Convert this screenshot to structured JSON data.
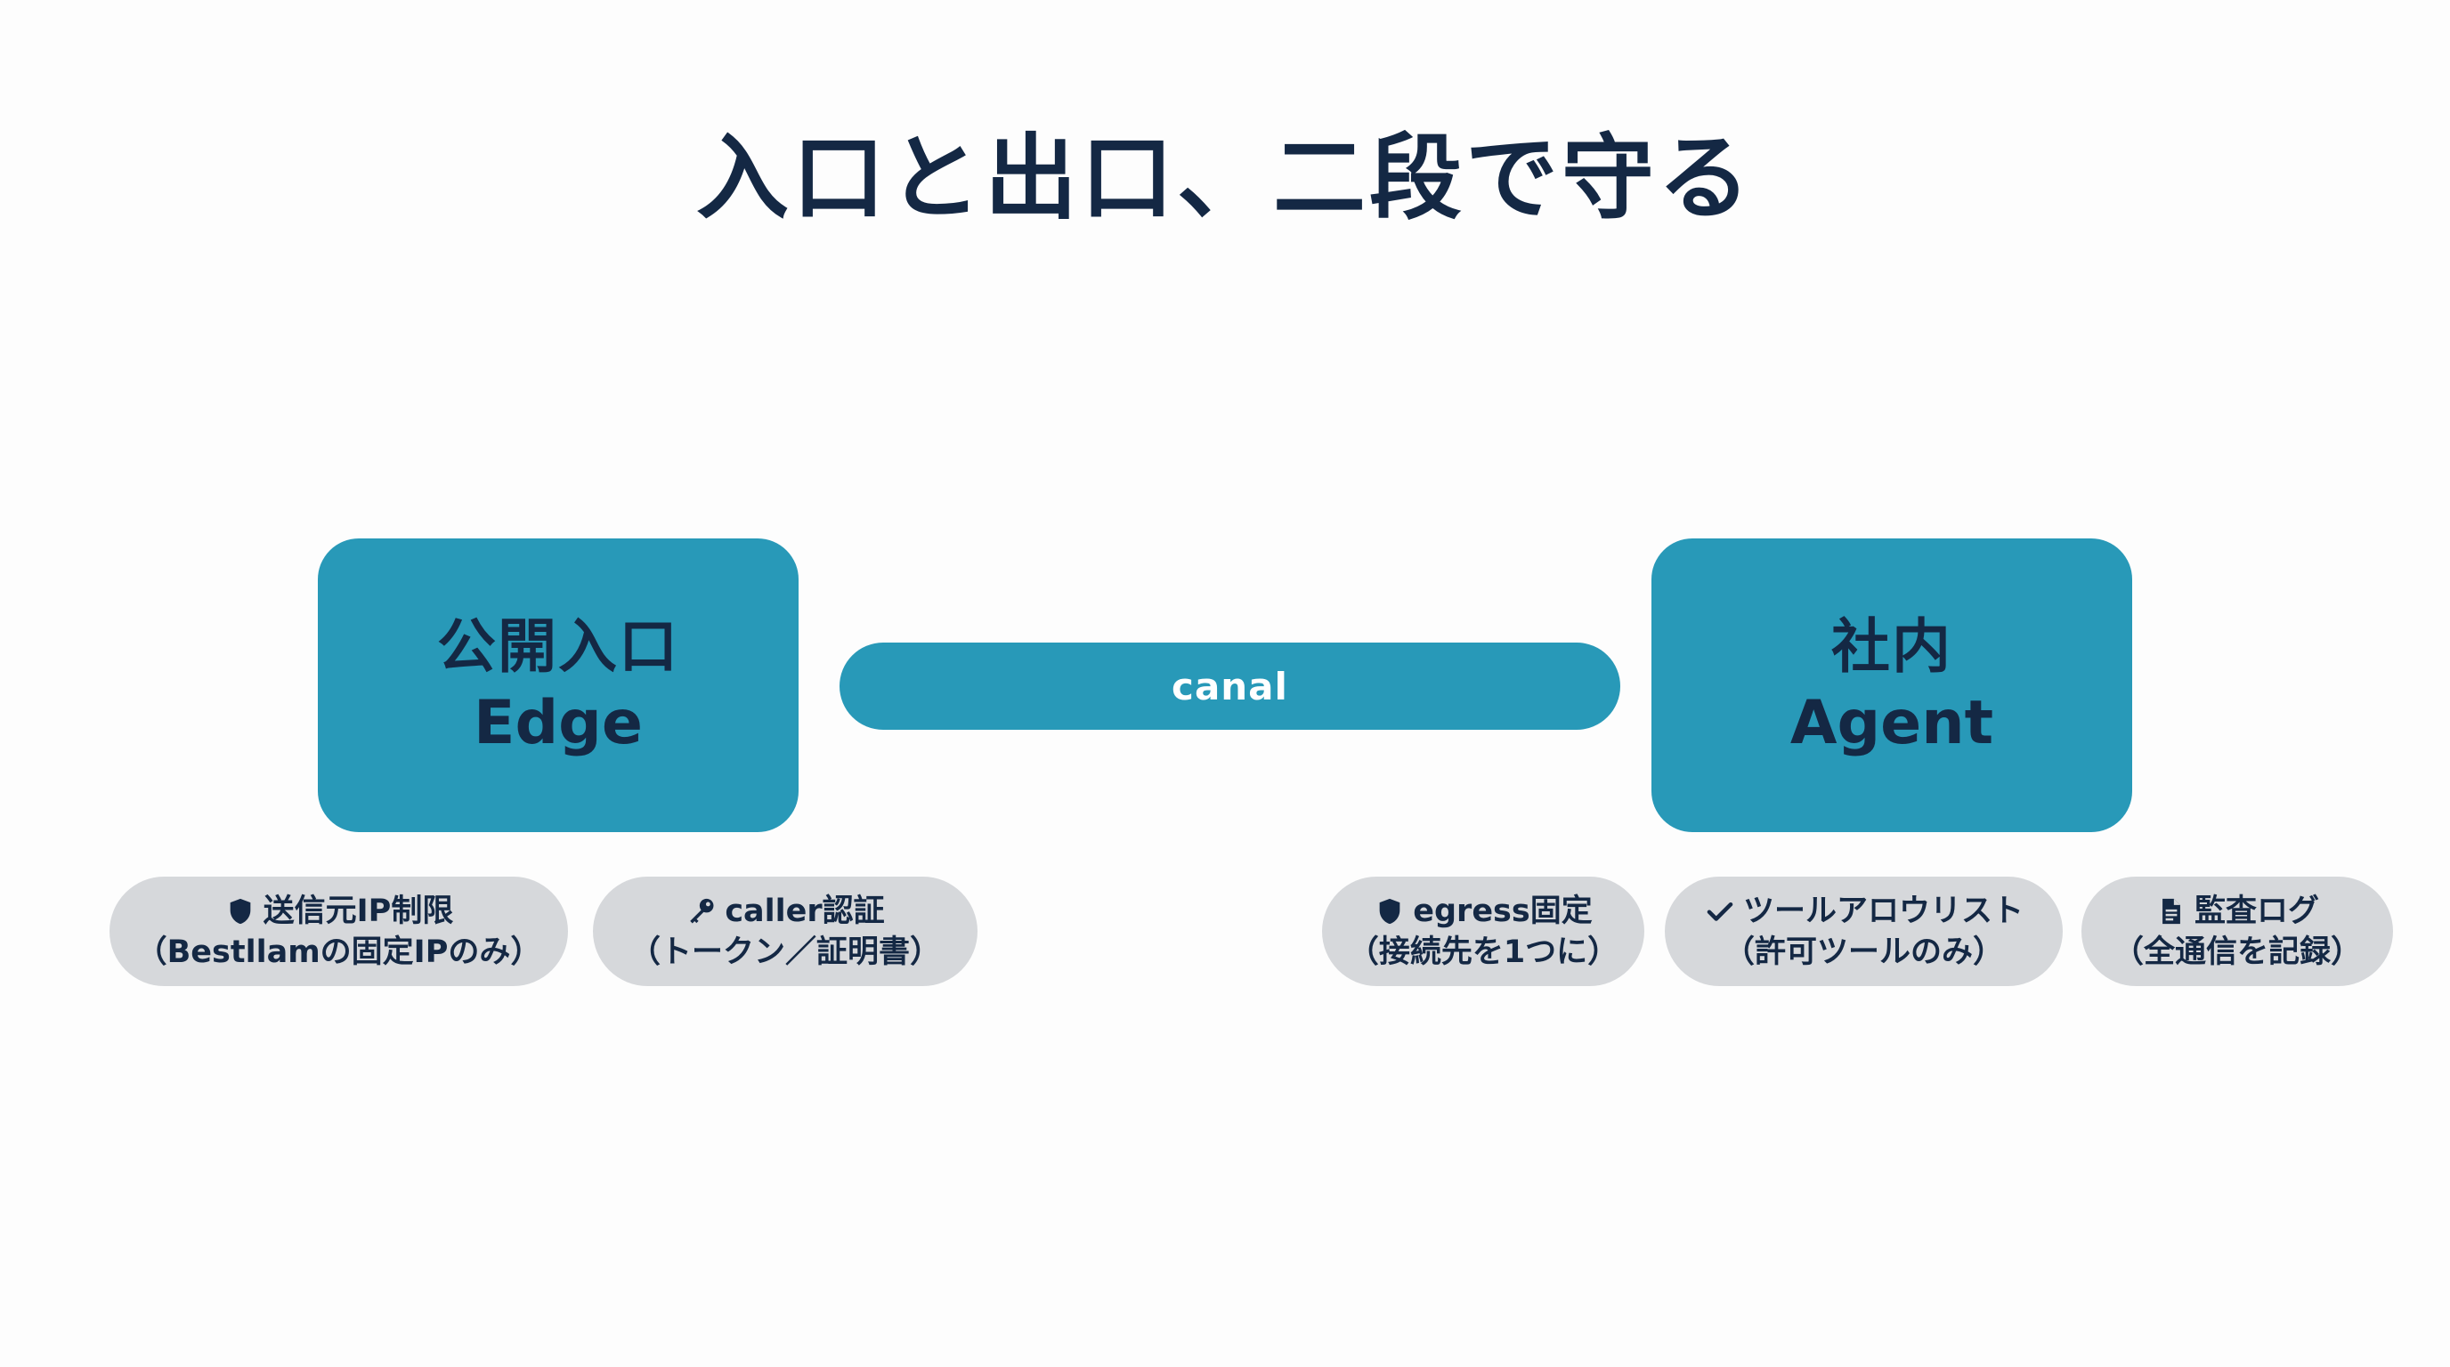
{
  "title": "入口と出口、二段で守る",
  "nodes": {
    "edge": {
      "line1": "公開入口",
      "line2": "Edge"
    },
    "agent": {
      "line1": "社内",
      "line2": "Agent"
    }
  },
  "connector": {
    "label": "canal"
  },
  "controls": [
    {
      "icon": "shield-icon",
      "line1": "送信元IP制限",
      "line2": "（Bestllamの固定IPのみ）"
    },
    {
      "icon": "key-icon",
      "line1": "caller認証",
      "line2": "（トークン／証明書）"
    },
    {
      "icon": "shield-icon",
      "line1": "egress固定",
      "line2": "（接続先を1つに）"
    },
    {
      "icon": "check-icon",
      "line1": "ツールアロウリスト",
      "line2": "（許可ツールのみ）"
    },
    {
      "icon": "document-icon",
      "line1": "監査ログ",
      "line2": "（全通信を記録）"
    }
  ],
  "colors": {
    "node_fill": "#2899b8",
    "pill_fill": "#d6d8db",
    "text_dark": "#142844",
    "canal_text": "#ffffff",
    "background": "#fdfdfd"
  }
}
